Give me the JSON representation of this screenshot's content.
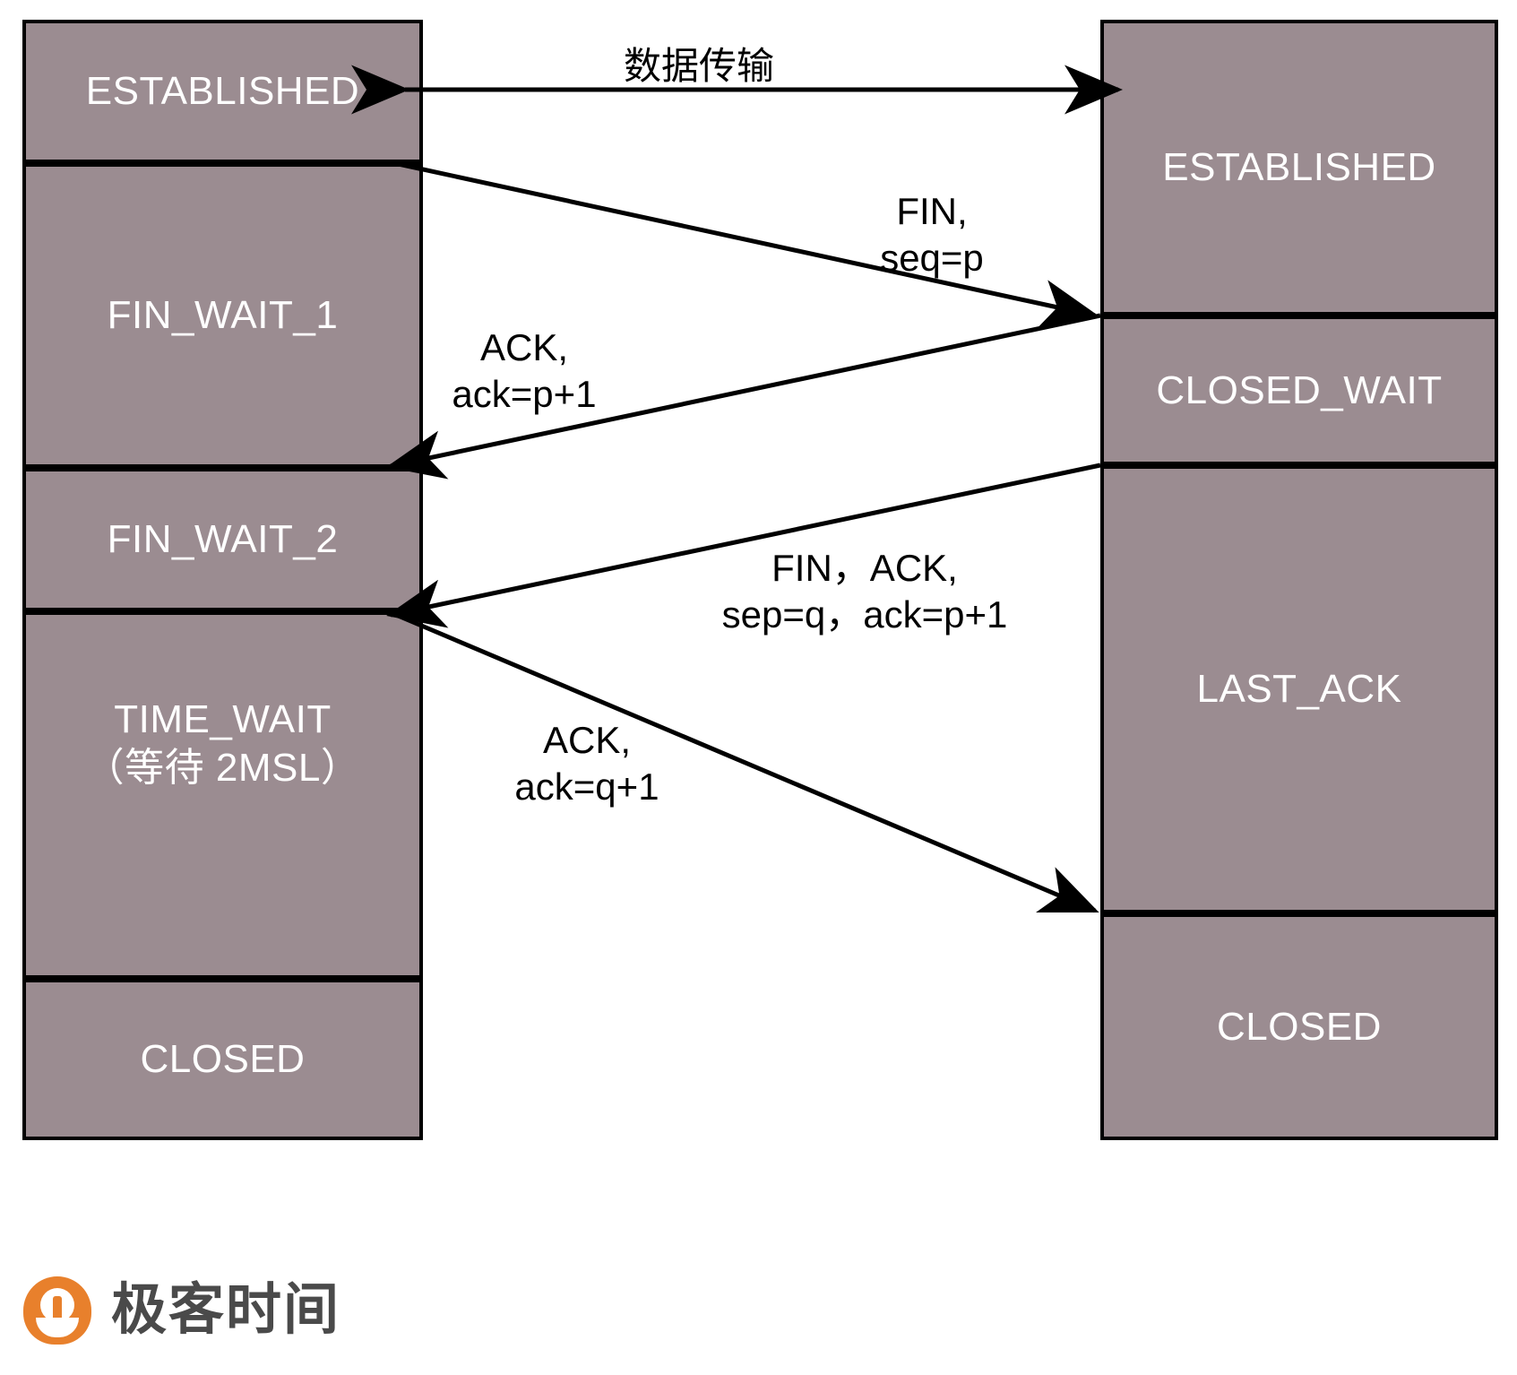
{
  "diagram": {
    "title": "TCP four-way handshake connection termination",
    "colors": {
      "box_fill": "#9b8c91",
      "box_border": "#000000",
      "box_text": "#ffffff",
      "arrow": "#000000",
      "background": "#ffffff",
      "brand_orange": "#e8802c",
      "brand_text": "#4a4a4a"
    },
    "left_column": {
      "name": "client-timeline",
      "states": [
        {
          "label": "ESTABLISHED"
        },
        {
          "label": "FIN_WAIT_1"
        },
        {
          "label": "FIN_WAIT_2"
        },
        {
          "label": "TIME_WAIT\n（等待 2MSL）"
        },
        {
          "label": "CLOSED"
        }
      ]
    },
    "right_column": {
      "name": "server-timeline",
      "states": [
        {
          "label": "ESTABLISHED"
        },
        {
          "label": "CLOSED_WAIT"
        },
        {
          "label": "LAST_ACK"
        },
        {
          "label": "CLOSED"
        }
      ]
    },
    "messages": [
      {
        "id": "data-transfer",
        "label": "数据传输",
        "direction": "bidirectional"
      },
      {
        "id": "fin-seq-p",
        "label": "FIN,\nseq=p",
        "direction": "left-to-right"
      },
      {
        "id": "ack-p-plus-1",
        "label": "ACK,\nack=p+1",
        "direction": "right-to-left"
      },
      {
        "id": "fin-ack-seq-q",
        "label": "FIN，ACK,\nsep=q，ack=p+1",
        "direction": "right-to-left"
      },
      {
        "id": "ack-q-plus-1",
        "label": "ACK,\nack=q+1",
        "direction": "left-to-right"
      }
    ]
  },
  "brand": {
    "name": "极客时间"
  }
}
